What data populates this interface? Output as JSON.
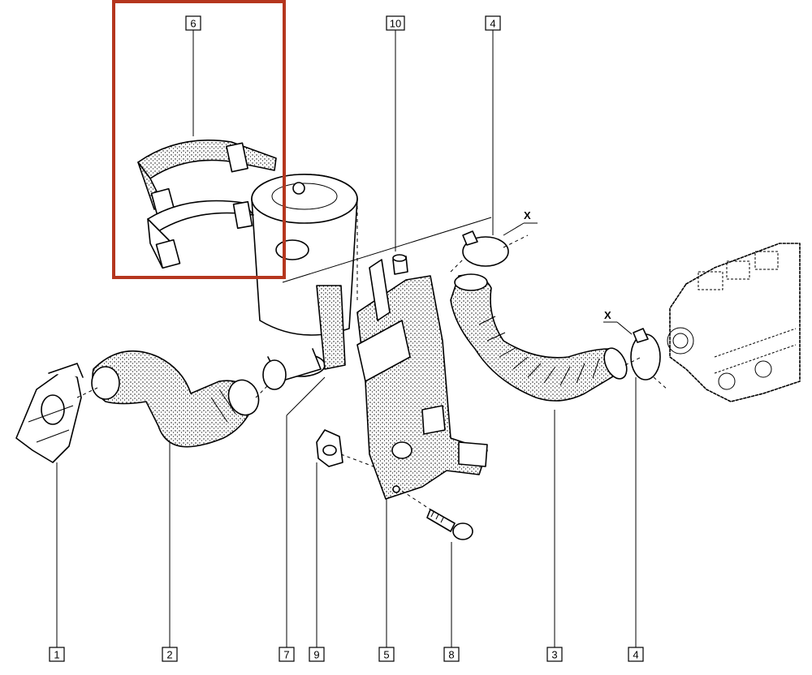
{
  "diagram": {
    "highlight_color": "#b5361e",
    "callouts": [
      {
        "id": "c1",
        "label": "1"
      },
      {
        "id": "c2",
        "label": "2"
      },
      {
        "id": "c3",
        "label": "3"
      },
      {
        "id": "c4a",
        "label": "4"
      },
      {
        "id": "c4b",
        "label": "4"
      },
      {
        "id": "c5",
        "label": "5"
      },
      {
        "id": "c6",
        "label": "6"
      },
      {
        "id": "c7",
        "label": "7"
      },
      {
        "id": "c8",
        "label": "8"
      },
      {
        "id": "c9",
        "label": "9"
      },
      {
        "id": "c10",
        "label": "10"
      }
    ],
    "markers": [
      {
        "id": "x1",
        "label": "X"
      },
      {
        "id": "x2",
        "label": "X"
      }
    ]
  }
}
